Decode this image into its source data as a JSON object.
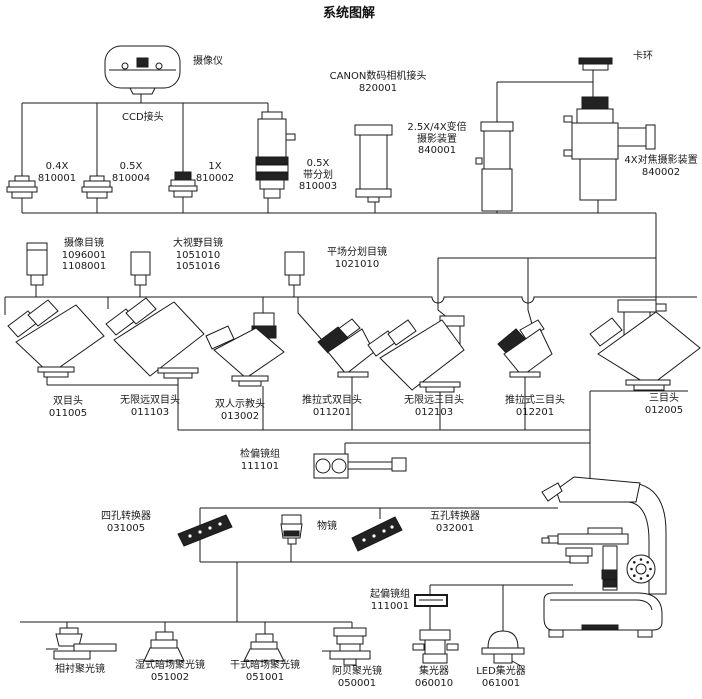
{
  "title": "系统图解",
  "colors": {
    "line": "#1a1a1a",
    "background": "#ffffff",
    "dark_part": "#222222"
  },
  "components": {
    "camera": {
      "label": "摄像仪"
    },
    "canon": {
      "label": "CANON数码相机接头",
      "code": "820001"
    },
    "snap_ring": {
      "label": "卡环"
    },
    "ccd": {
      "label": "CCD接头"
    },
    "adapter_04x": {
      "label": "0.4X",
      "code": "810001"
    },
    "adapter_05x": {
      "label": "0.5X",
      "code": "810004"
    },
    "adapter_1x": {
      "label": "1X",
      "code": "810002"
    },
    "adapter_05x_reticle": {
      "label": "0.5X",
      "label2": "带分划",
      "code": "810003"
    },
    "zoom_photo": {
      "label": "2.5X/4X变倍",
      "label2": "摄影装置",
      "code": "840001"
    },
    "focus_photo": {
      "label": "4X对焦摄影装置",
      "code": "840002"
    },
    "camera_eyepiece": {
      "label": "摄像目镜",
      "code": "1096001",
      "code2": "1108001"
    },
    "widefield_eyepiece": {
      "label": "大视野目镜",
      "code": "1051010",
      "code2": "1051016"
    },
    "plan_reticle_eyepiece": {
      "label": "平场分划目镜",
      "code": "1021010"
    },
    "head_binocular": {
      "label": "双目头",
      "code": "011005"
    },
    "head_inf_binocular": {
      "label": "无限远双目头",
      "code": "011103"
    },
    "head_teaching": {
      "label": "双人示教头",
      "code": "013002"
    },
    "head_sliding_bino": {
      "label": "推拉式双目头",
      "code": "011201"
    },
    "head_inf_trino": {
      "label": "无限远三目头",
      "code": "012103"
    },
    "head_sliding_trino": {
      "label": "推拉式三目头",
      "code": "012201"
    },
    "head_trinocular": {
      "label": "三目头",
      "code": "012005"
    },
    "analyzer": {
      "label": "检偏镜组",
      "code": "111101"
    },
    "nosepiece4": {
      "label": "四孔转换器",
      "code": "031005"
    },
    "objective": {
      "label": "物镜"
    },
    "nosepiece5": {
      "label": "五孔转换器",
      "code": "032001"
    },
    "polarizer": {
      "label": "起偏镜组",
      "code": "111001"
    },
    "phase_condenser": {
      "label": "相衬聚光镜"
    },
    "wet_darkfield": {
      "label": "湿式暗场聚光镜",
      "code": "051002"
    },
    "dry_darkfield": {
      "label": "干式暗场聚光镜",
      "code": "051001"
    },
    "abbe_condenser": {
      "label": "阿贝聚光镜",
      "code": "050001"
    },
    "collector": {
      "label": "集光器",
      "code": "060010"
    },
    "led_collector": {
      "label": "LED集光器",
      "code": "061001"
    }
  }
}
